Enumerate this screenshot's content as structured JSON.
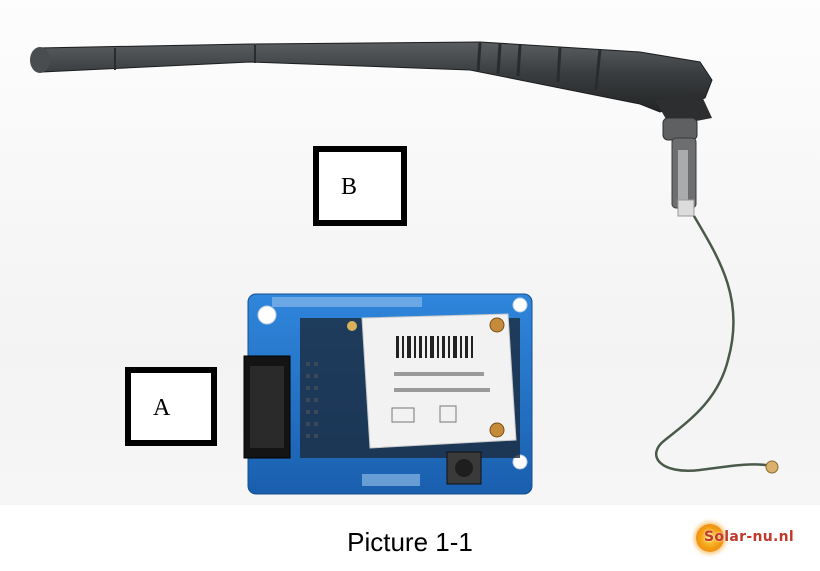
{
  "labels": {
    "a": "A",
    "b": "B"
  },
  "caption": "Picture 1-1",
  "logo_text": "Solar-nu.nl",
  "colors": {
    "antenna": "#3a3d3f",
    "pcb": "#1f6fc4",
    "module": "#f2f2f2",
    "cable": "#4a5a4a"
  }
}
